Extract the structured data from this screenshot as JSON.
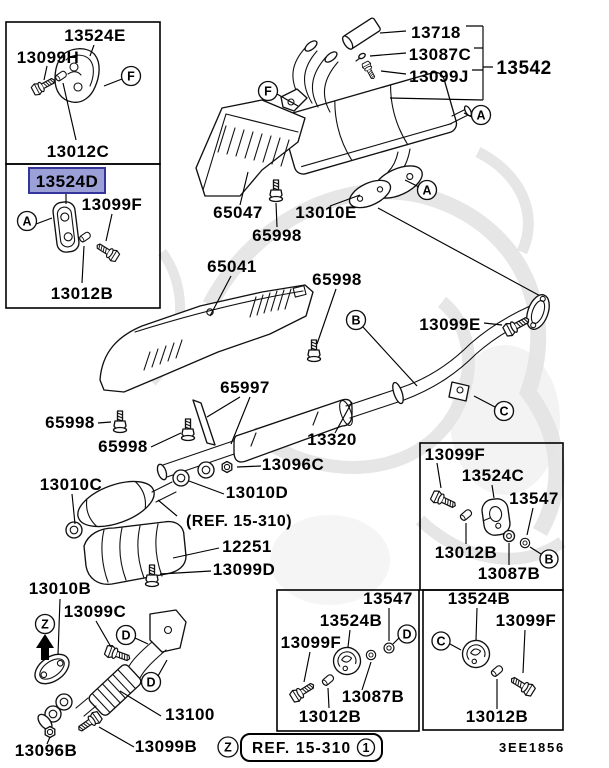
{
  "colors": {
    "highlight_bg": "#9ba1d7",
    "highlight_border": "#34349b",
    "line": "#000000",
    "watermark": "#d8d8d8"
  },
  "markers": {
    "a": "A",
    "b": "B",
    "c": "C",
    "d": "D",
    "f": "F",
    "z": "Z",
    "one": "1"
  },
  "labels": {
    "box1": {
      "hanger": "13524E",
      "bolt": "13099H",
      "spacer": "13012C"
    },
    "box2": {
      "selected": "13524D",
      "bolt": "13099F",
      "spacer": "13012B"
    },
    "muffler": {
      "tailpipe": "13718",
      "screw": "13087C",
      "bolt": "13099J",
      "assembly": "13542",
      "gasket": "13010E"
    },
    "shields": {
      "upper": "65047",
      "lower": "65041",
      "stay": "65997",
      "bolt_a": "65998",
      "bolt_b": "65998",
      "bolt_c": "65998",
      "bolt_d": "65998"
    },
    "center": {
      "pipe": "13320",
      "nut": "13096C",
      "gasket": "13010D",
      "cat": "13010C",
      "ref_note": "(REF. 15-310)",
      "shield": "12251",
      "bolt": "13099D",
      "flange_bolt": "13099E"
    },
    "front": {
      "pipe": "13100",
      "gasket": "13010B",
      "bolt_upper": "13099C",
      "bolt_lower": "13099B",
      "nut": "13096B"
    },
    "box3": {
      "bolt": "13099F",
      "hanger": "13524C",
      "washer": "13547",
      "spacer": "13012B",
      "grommet": "13087B"
    },
    "box4": {
      "washer": "13547",
      "hanger": "13524B",
      "bolt": "13099F",
      "grommet": "13087B",
      "spacer": "13012B"
    },
    "box5": {
      "hanger": "13524B",
      "bolt": "13099F",
      "spacer": "13012B"
    },
    "footer": {
      "ref": "REF. 15-310",
      "code": "3EE1856"
    }
  }
}
